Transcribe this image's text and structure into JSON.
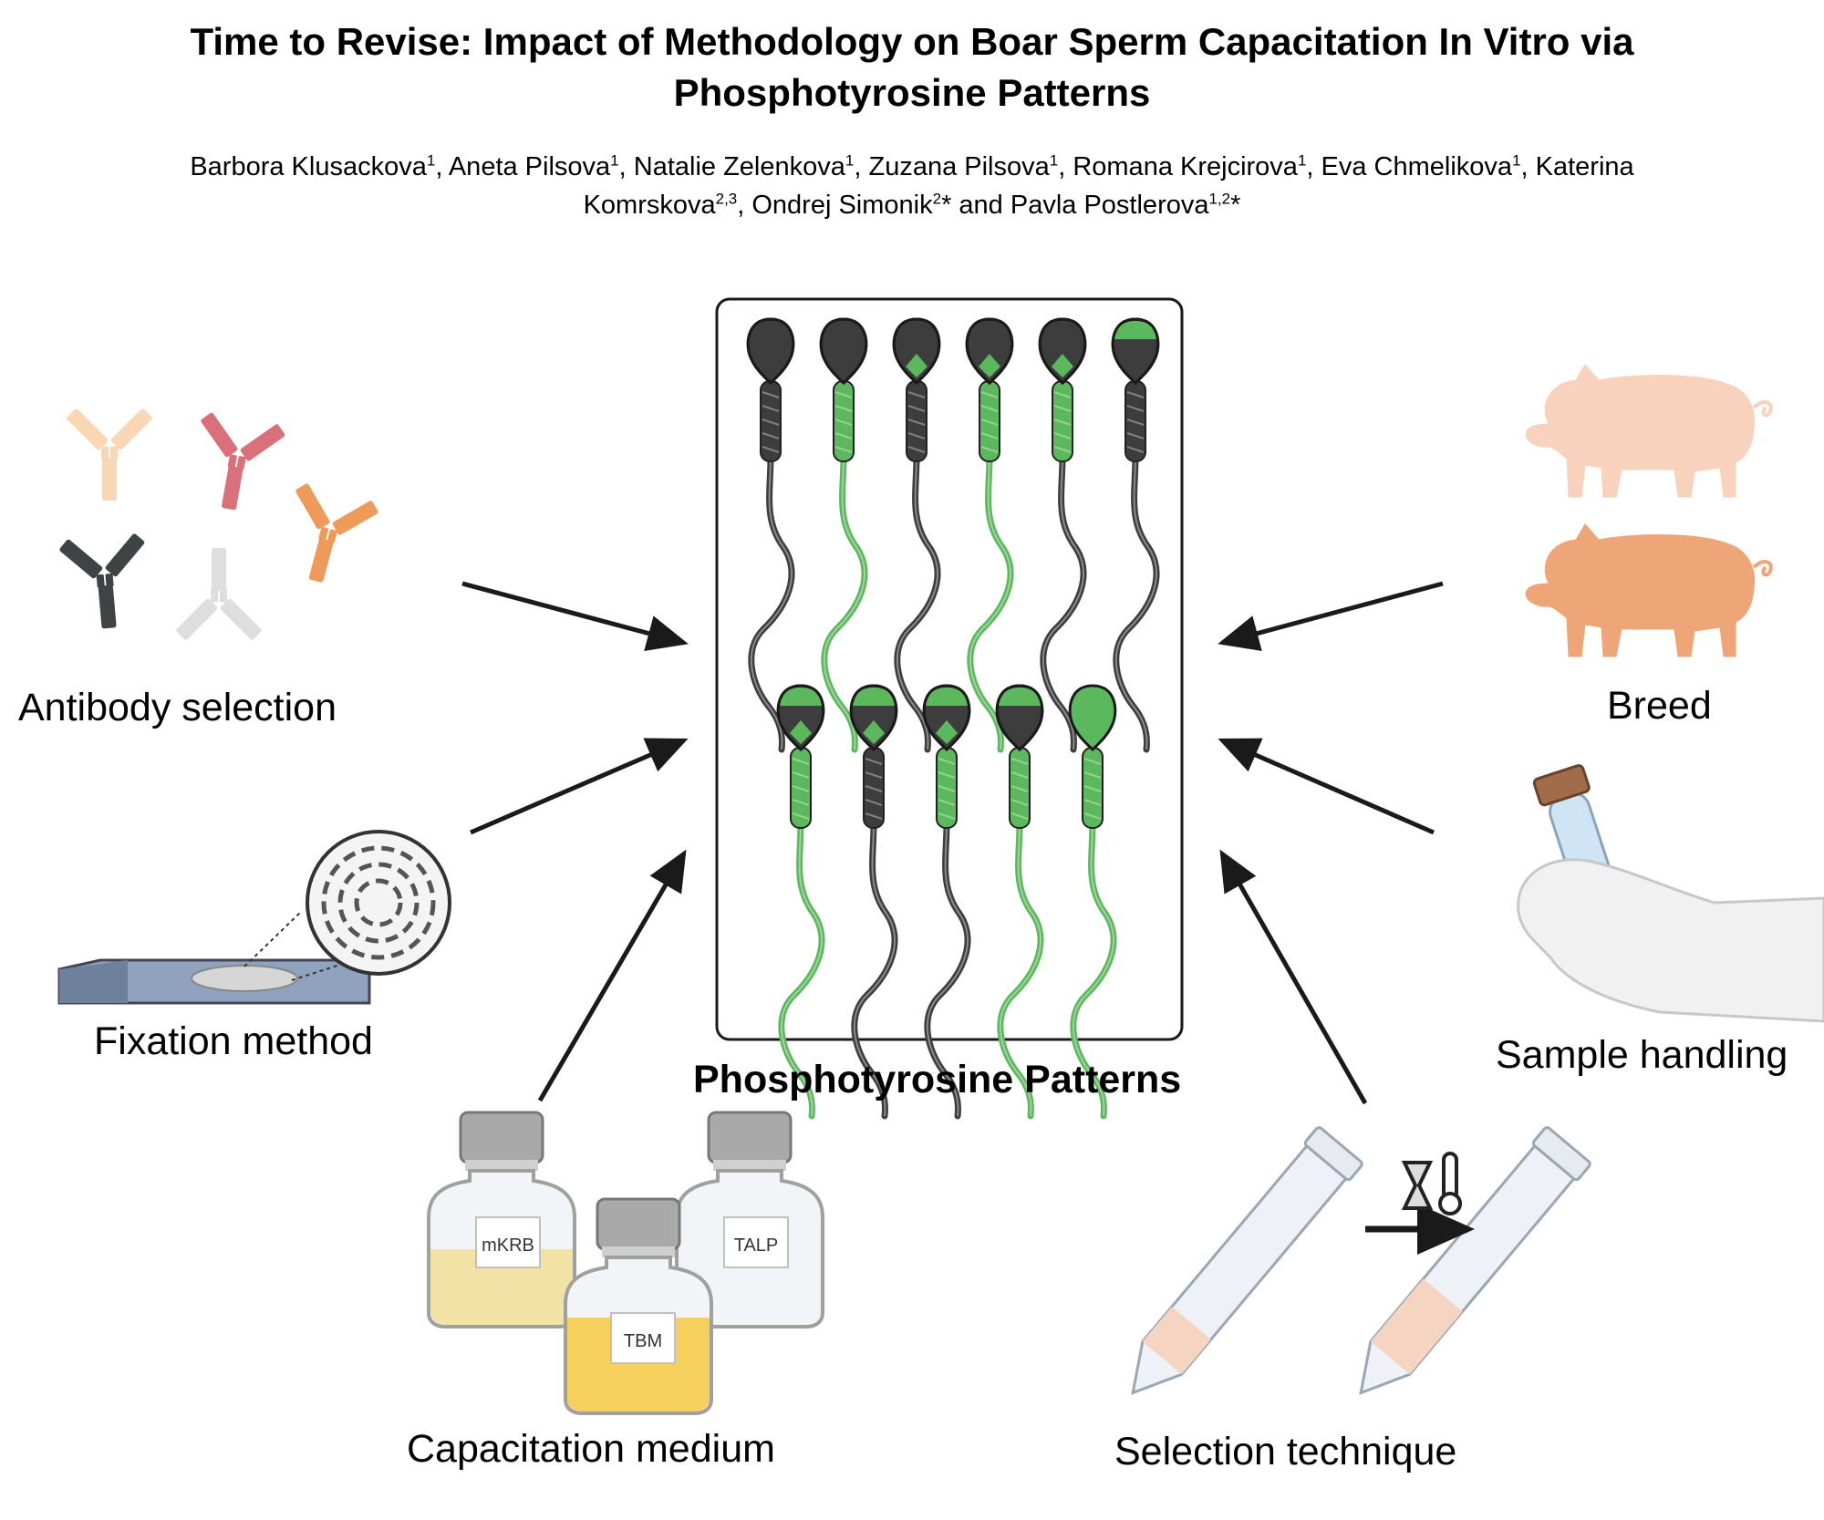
{
  "header": {
    "title_line1": "Time to Revise: Impact of Methodology on Boar Sperm Capacitation In Vitro via",
    "title_line2": "Phosphotyrosine Patterns",
    "authors_line1": [
      {
        "name": "Barbora Klusackova",
        "sup": "1"
      },
      {
        "name": ", Aneta Pilsova",
        "sup": "1"
      },
      {
        "name": ", Natalie Zelenkova",
        "sup": "1"
      },
      {
        "name": ", Zuzana Pilsova",
        "sup": "1"
      },
      {
        "name": ", Romana Krejcirova",
        "sup": "1"
      },
      {
        "name": ", Eva Chmelikova",
        "sup": "1"
      },
      {
        "name": ", Katerina",
        "sup": ""
      }
    ],
    "authors_line2": [
      {
        "name": "Komrskova",
        "sup": "2,3"
      },
      {
        "name": ", Ondrej Simonik",
        "sup": "2"
      },
      {
        "name": "* and Pavla Postlerova",
        "sup": "1,2"
      },
      {
        "name": "*",
        "sup": ""
      }
    ]
  },
  "factors": {
    "antibody_selection": "Antibody selection",
    "fixation_method": "Fixation method",
    "capacitation_medium": "Capacitation medium",
    "breed": "Breed",
    "sample_handling": "Sample handling",
    "selection_technique": "Selection technique"
  },
  "center": {
    "label": "Phosphotyrosine Patterns",
    "sperm_top_row": [
      {
        "head": "none",
        "mid": false,
        "tail": false
      },
      {
        "head": "none",
        "mid": true,
        "tail": true
      },
      {
        "head": "equatorial",
        "mid": false,
        "tail": false
      },
      {
        "head": "equatorial",
        "mid": true,
        "tail": true
      },
      {
        "head": "equatorial",
        "mid": true,
        "tail": false
      },
      {
        "head": "acrosomal",
        "mid": false,
        "tail": false
      }
    ],
    "sperm_bottom_row": [
      {
        "head": "acrosomal-equatorial",
        "mid": true,
        "tail": true
      },
      {
        "head": "acrosomal-equatorial",
        "mid": false,
        "tail": false
      },
      {
        "head": "acrosomal-equatorial",
        "mid": true,
        "tail": false
      },
      {
        "head": "acrosomal",
        "mid": true,
        "tail": true
      },
      {
        "head": "full",
        "mid": true,
        "tail": true
      }
    ]
  },
  "media": {
    "bottle1": "mKRB",
    "bottle2": "TBM",
    "bottle3": "TALP"
  },
  "colors": {
    "sperm_dark": "#3d3d3d",
    "sperm_green": "#5cb85c",
    "pig_light": "#f8d2bd",
    "pig_dark": "#eea679",
    "arrow": "#1a1a1a"
  },
  "icons": {
    "antibodies": "antibody-icon",
    "slide": "microscope-slide-icon",
    "pigs": "pig-icon",
    "tube": "tube-in-hand-icon",
    "bottles": "media-bottle-icon",
    "hourglass": "hourglass-icon",
    "thermometer": "thermometer-icon"
  }
}
